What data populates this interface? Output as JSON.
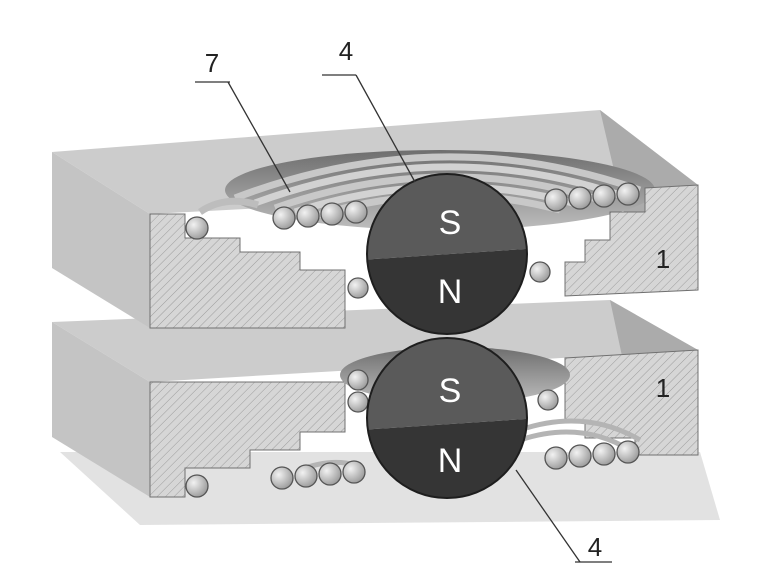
{
  "labels": {
    "coil_top": "7",
    "magnet_top": "4",
    "magnet_bottom": "4",
    "block_top": "1",
    "block_bottom": "1"
  },
  "magnets": {
    "top": {
      "pole_upper": "S",
      "pole_lower": "N"
    },
    "bottom": {
      "pole_upper": "S",
      "pole_lower": "N"
    }
  },
  "colors": {
    "block_top_face": "#cccccc",
    "block_front_face": "#c4c4c4",
    "block_side_face": "#ababab",
    "coil_wire": "#cfcfcf",
    "magnet_s": "#5a5a5a",
    "magnet_n": "#353535",
    "shadow": "#e2e2e2"
  }
}
